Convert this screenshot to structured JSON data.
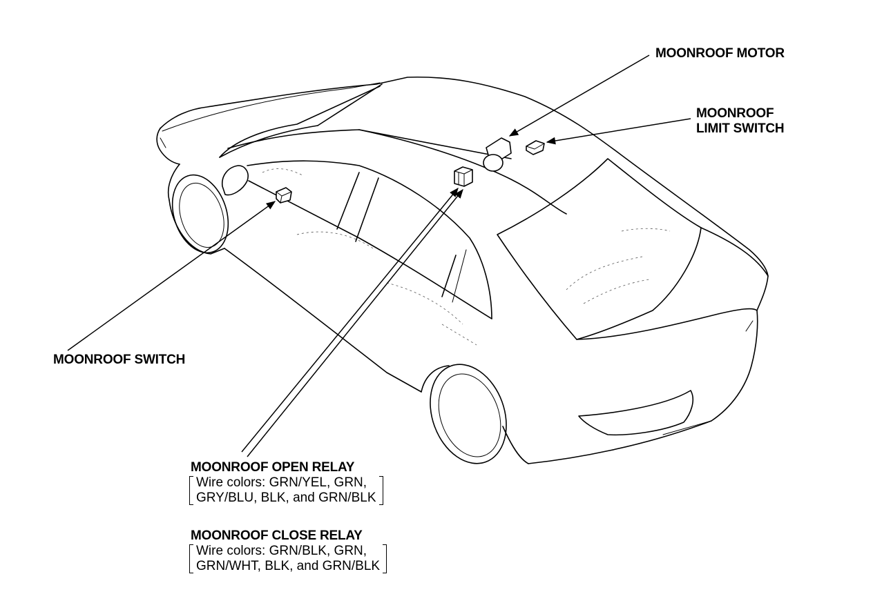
{
  "labels": {
    "motor": "MOONROOF MOTOR",
    "limit_switch": [
      "MOONROOF",
      "LIMIT SWITCH"
    ],
    "switch": "MOONROOF SWITCH"
  },
  "relays": {
    "open": {
      "title": "MOONROOF OPEN RELAY",
      "wire_lines": [
        "Wire colors: GRN/YEL, GRN,",
        "GRY/BLU, BLK, and GRN/BLK"
      ]
    },
    "close": {
      "title": "MOONROOF CLOSE RELAY",
      "wire_lines": [
        "Wire colors: GRN/BLK, GRN,",
        "GRN/WHT, BLK, and GRN/BLK"
      ]
    }
  }
}
